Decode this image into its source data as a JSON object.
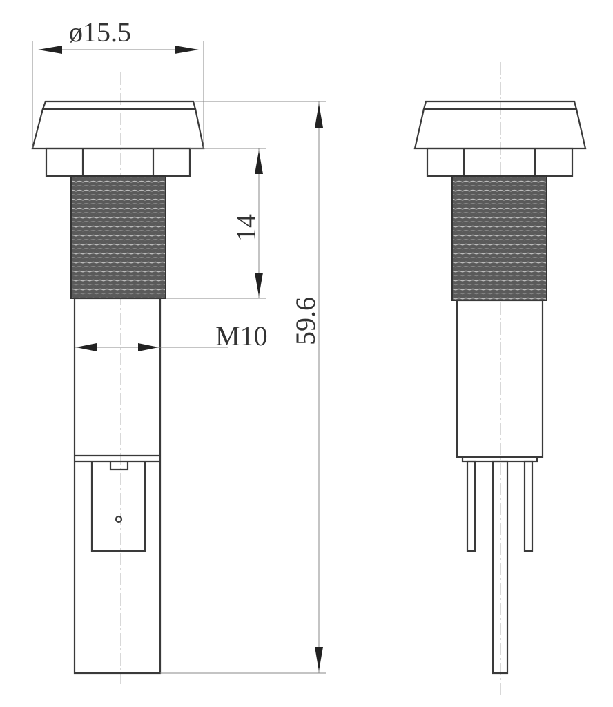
{
  "drawing": {
    "dimensions": {
      "head_diameter": "ø15.5",
      "thread_length": "14",
      "thread_size": "M10",
      "overall_length": "59.6"
    },
    "views": [
      "side-view-solder-tab",
      "side-view-pins"
    ]
  }
}
